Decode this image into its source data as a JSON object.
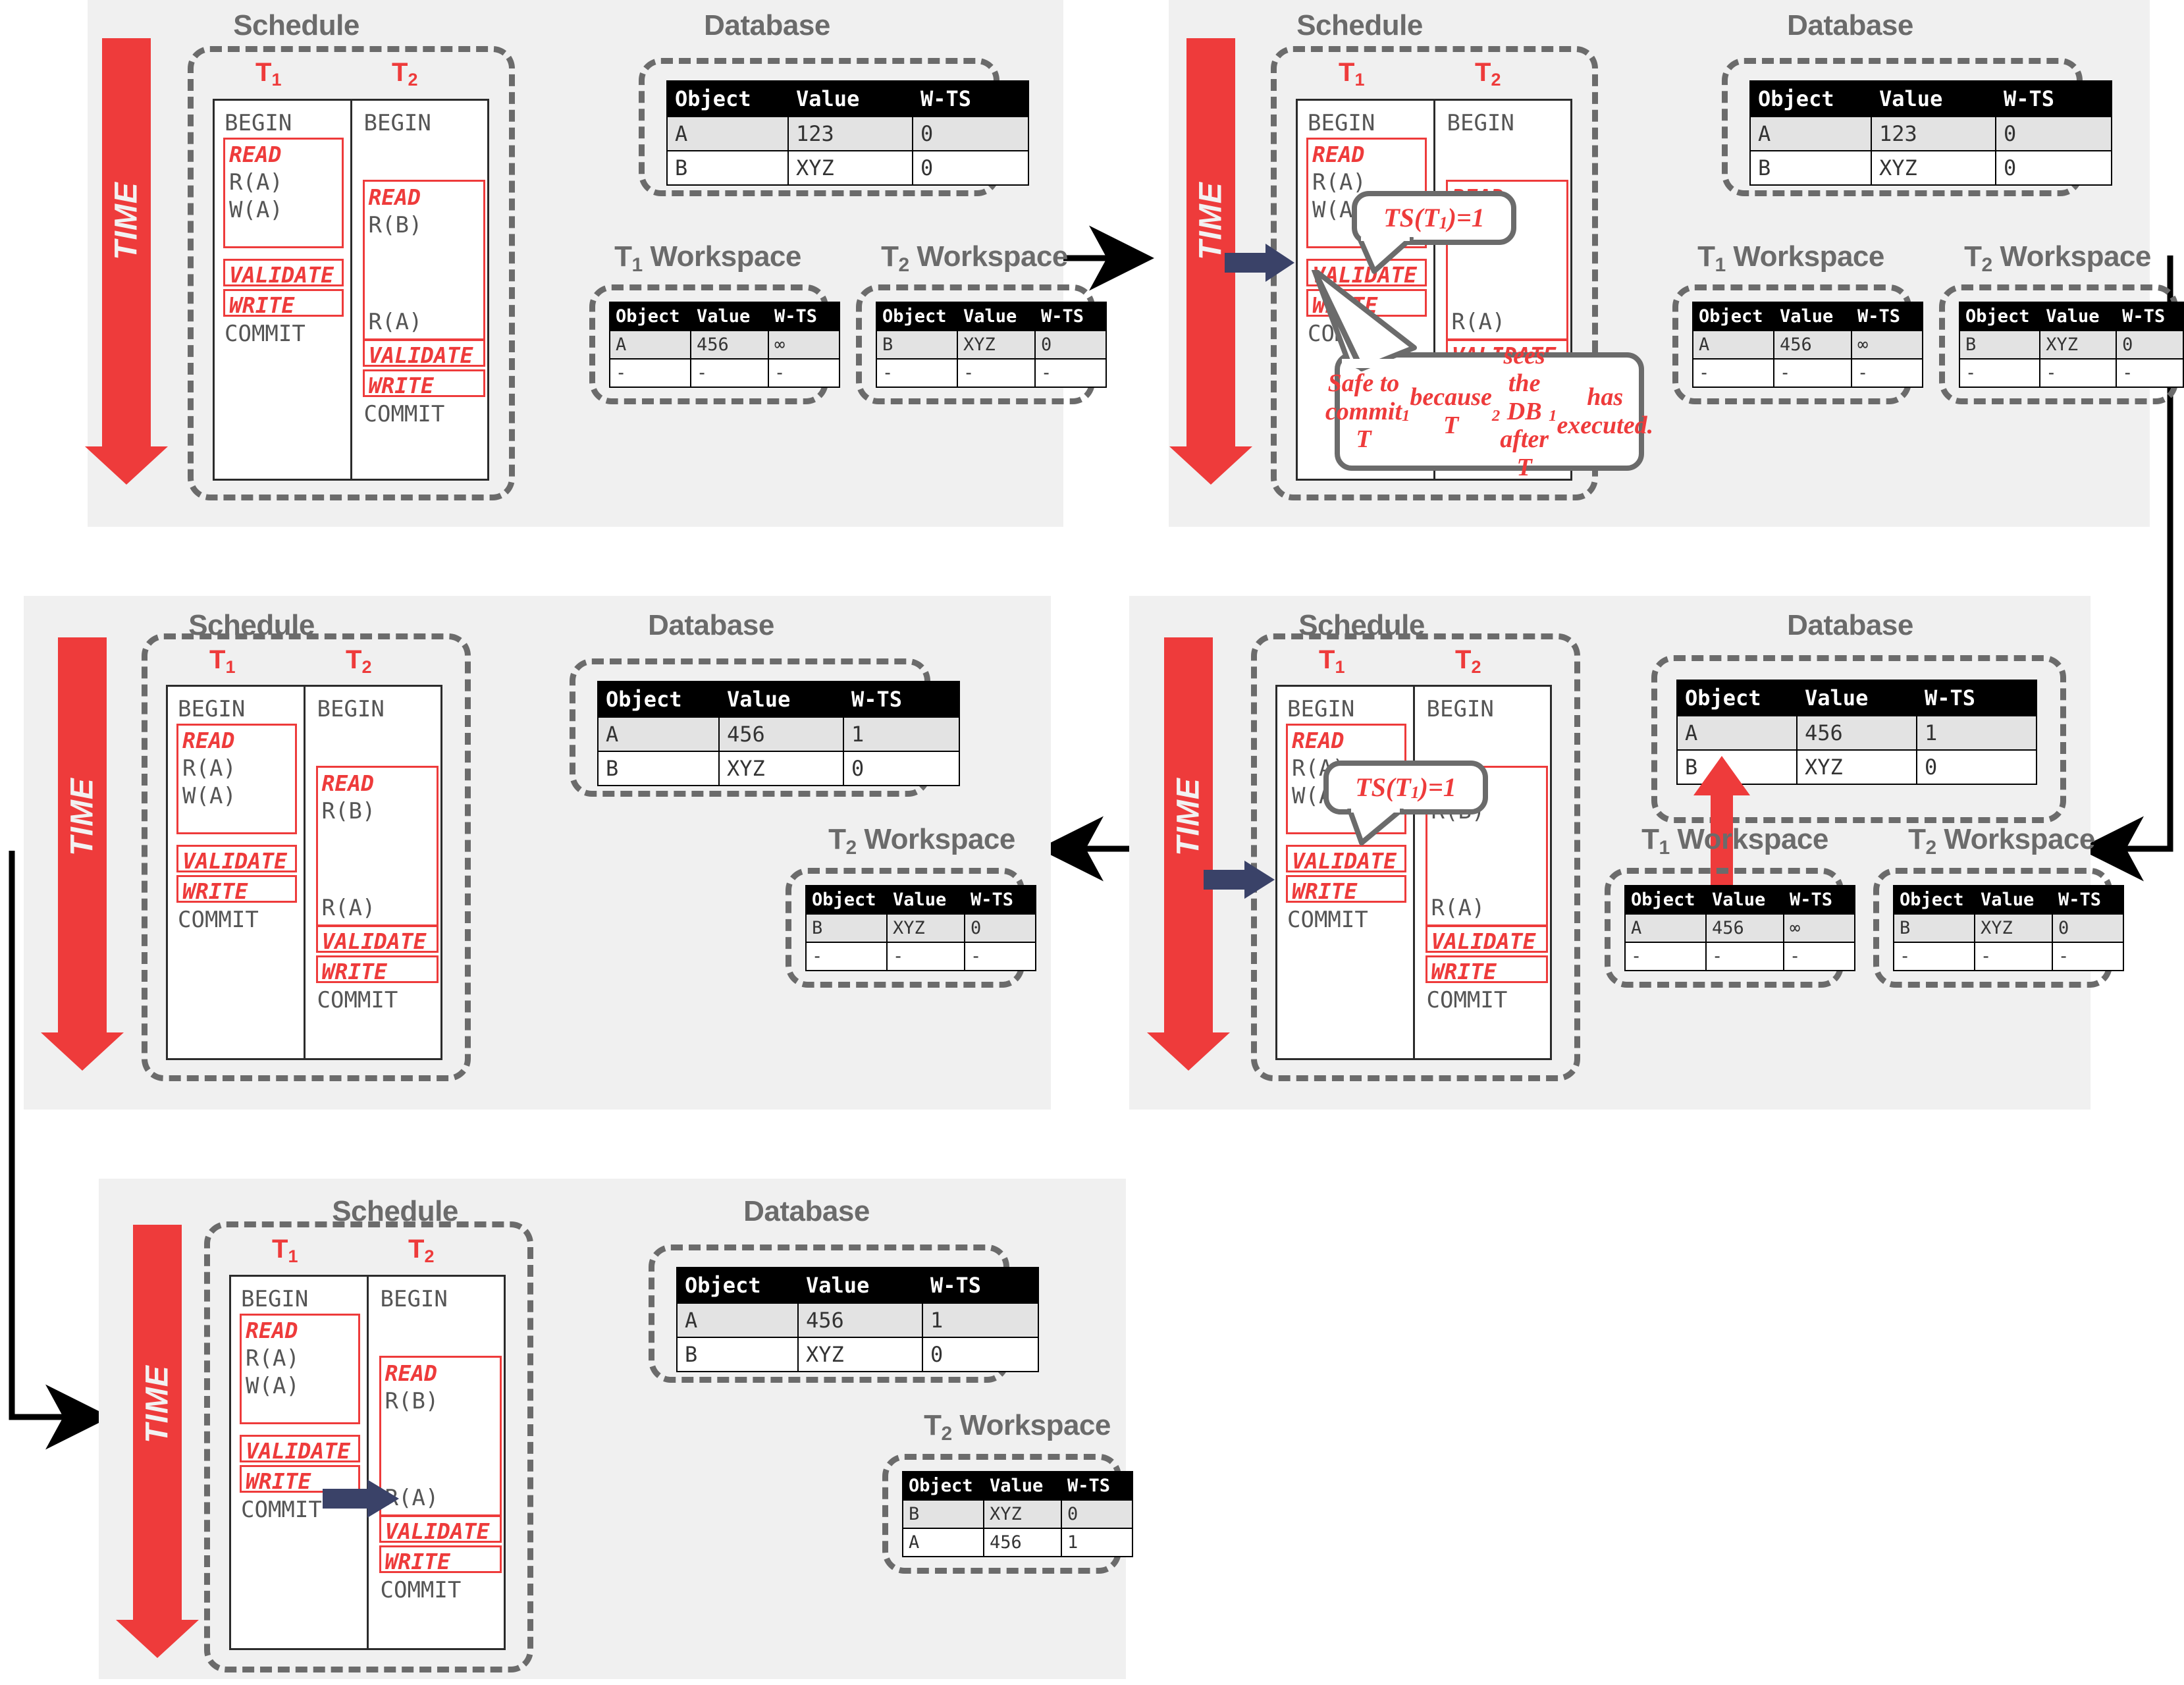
{
  "colors": {
    "accent_red": "#ee3b3b",
    "panel_bg": "#f0f0f0",
    "header_black": "#000000",
    "gray": "#6b6b6b",
    "navy": "#3a4268"
  },
  "labels": {
    "schedule": "Schedule",
    "database": "Database",
    "t1_workspace": "T<sub>1</sub> Workspace",
    "t2_workspace": "T<sub>2</sub> Workspace",
    "time": "TIME",
    "t1": "T<sub>1</sub>",
    "t2": "T<sub>2</sub>"
  },
  "table_headers": [
    "Object",
    "Value",
    "W-TS"
  ],
  "schedule_ops": {
    "begin": "BEGIN",
    "read": "READ",
    "validate": "VALIDATE",
    "write": "WRITE",
    "commit": "COMMIT",
    "ra": "R(A)",
    "wa": "W(A)",
    "rb": "R(B)"
  },
  "callouts": {
    "ts": "TS(T<sub>1</sub>)=1",
    "safe": "Safe to commit T<sub>1</sub> because T<sub>2</sub> sees the DB after T<sub>1</sub> has executed."
  },
  "panels": [
    {
      "id": "panel-1",
      "database": {
        "rows": [
          [
            "A",
            "123",
            "0"
          ],
          [
            "B",
            "XYZ",
            "0"
          ]
        ],
        "red_cells": []
      },
      "t1_workspace": {
        "rows": [
          [
            "A",
            "456",
            "∞"
          ],
          [
            "-",
            "-",
            "-"
          ]
        ],
        "red_rows": [
          0
        ]
      },
      "t2_workspace": {
        "rows": [
          [
            "B",
            "XYZ",
            "0"
          ],
          [
            "-",
            "-",
            "-"
          ]
        ],
        "red_rows": [
          0
        ]
      }
    },
    {
      "id": "panel-2",
      "database": {
        "rows": [
          [
            "A",
            "123",
            "0"
          ],
          [
            "B",
            "XYZ",
            "0"
          ]
        ],
        "red_cells": []
      },
      "t1_workspace": {
        "rows": [
          [
            "A",
            "456",
            "∞"
          ],
          [
            "-",
            "-",
            "-"
          ]
        ],
        "red_rows": [
          0
        ]
      },
      "t2_workspace": {
        "rows": [
          [
            "B",
            "XYZ",
            "0"
          ],
          [
            "-",
            "-",
            "-"
          ]
        ],
        "red_rows": [
          0
        ]
      },
      "has_ts_callout": true,
      "has_safe_callout": true,
      "has_navy_arrow": true
    },
    {
      "id": "panel-3",
      "database": {
        "rows": [
          [
            "A",
            "456",
            "1"
          ],
          [
            "B",
            "XYZ",
            "0"
          ]
        ],
        "red_cells": [
          [
            0,
            1
          ],
          [
            0,
            2
          ]
        ]
      },
      "t2_workspace": {
        "rows": [
          [
            "B",
            "XYZ",
            "0"
          ],
          [
            "-",
            "-",
            "-"
          ]
        ],
        "red_rows": [
          0
        ]
      }
    },
    {
      "id": "panel-4",
      "database": {
        "rows": [
          [
            "A",
            "456",
            "1"
          ],
          [
            "B",
            "XYZ",
            "0"
          ]
        ],
        "red_cells": [
          [
            0,
            1
          ],
          [
            0,
            2
          ]
        ]
      },
      "t1_workspace": {
        "rows": [
          [
            "A",
            "456",
            "∞"
          ],
          [
            "-",
            "-",
            "-"
          ]
        ],
        "red_rows": [
          0
        ]
      },
      "t2_workspace": {
        "rows": [
          [
            "B",
            "XYZ",
            "0"
          ],
          [
            "-",
            "-",
            "-"
          ]
        ],
        "red_rows": [
          0
        ]
      },
      "has_ts_callout": true,
      "has_navy_arrow": true,
      "has_red_up_arrow": true
    },
    {
      "id": "panel-5",
      "database": {
        "rows": [
          [
            "A",
            "456",
            "1"
          ],
          [
            "B",
            "XYZ",
            "0"
          ]
        ],
        "red_cells": [
          [
            0,
            1
          ],
          [
            0,
            2
          ]
        ]
      },
      "t2_workspace": {
        "rows": [
          [
            "B",
            "XYZ",
            "0"
          ],
          [
            "A",
            "456",
            "1"
          ]
        ],
        "red_rows": [
          0,
          1
        ]
      },
      "has_navy_arrow": true
    }
  ]
}
